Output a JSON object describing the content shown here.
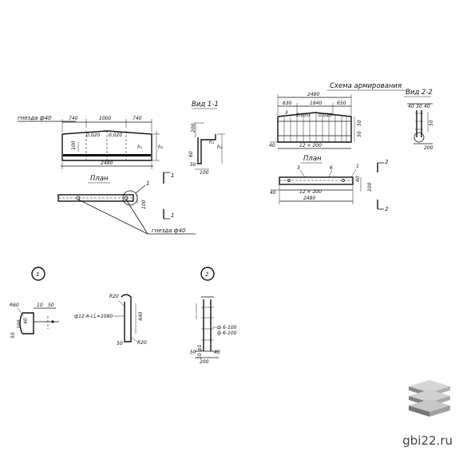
{
  "main_view": {
    "hole_label": "гнезда ф40",
    "top_dims": [
      "740",
      "1000",
      "740"
    ],
    "slope_labels": [
      "0,020",
      "0,020"
    ],
    "height_labels": [
      "h₁",
      "h₂"
    ],
    "left_dim": "100",
    "bottom_dim": "2480"
  },
  "view_1_1": {
    "title": "Вид 1-1",
    "dims": [
      "200",
      "h₁",
      "h₂",
      "60",
      "50",
      "100"
    ]
  },
  "plan": {
    "title": "План",
    "dims": [
      "100"
    ],
    "section_marks": [
      "1",
      "1"
    ],
    "callout": "1",
    "hole_label": "гнезда ф40"
  },
  "reinforcement": {
    "title": "Схема армирования",
    "top_dims": [
      "2480",
      "630",
      "1840",
      "650"
    ],
    "slope_labels": [
      "0,050",
      "0,020"
    ],
    "marker_3": "3",
    "side_dims": [
      "40",
      "50",
      "50"
    ],
    "bottom_dims": [
      "12 × 200"
    ],
    "plan_title": "План",
    "plan_markers": [
      "3",
      "6",
      "1"
    ],
    "plan_dims": [
      "40",
      "12 × 200",
      "2480",
      "100",
      "40"
    ],
    "section_mark": "2"
  },
  "view_2_2": {
    "title": "Вид 2-2",
    "dims": [
      "40",
      "30",
      "40",
      "50",
      "200"
    ]
  },
  "detail_1": {
    "callout": "1",
    "dims": [
      "R60",
      "10",
      "50",
      "50",
      "100",
      "40"
    ]
  },
  "detail_mid": {
    "labels": [
      "R20",
      "ф12 А-Ⅰ,Ĺ=1080",
      "440",
      "50",
      "R20"
    ]
  },
  "detail_2": {
    "callout": "2",
    "labels": [
      "ф 6-100",
      "ф 6-100",
      "10 ф1",
      "50",
      "200",
      "40"
    ]
  },
  "watermark": {
    "text": "gbi22.ru",
    "icon": "stacked-slabs-icon"
  }
}
